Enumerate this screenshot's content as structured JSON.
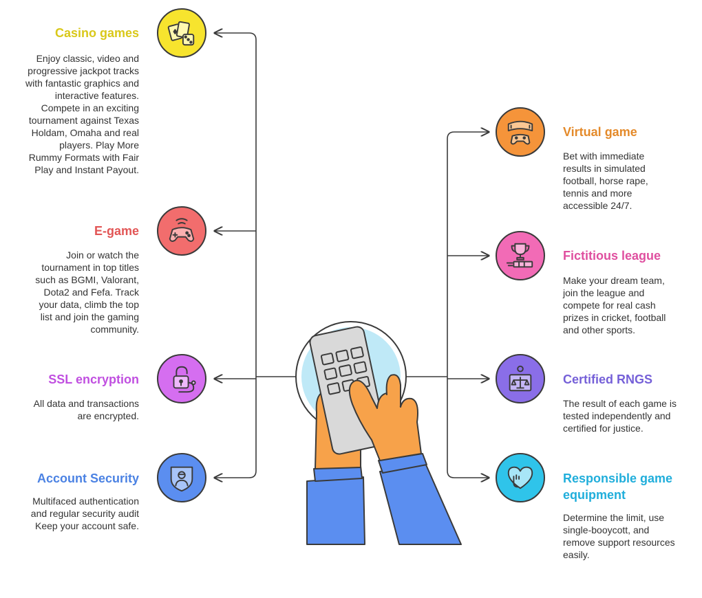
{
  "left_items": [
    {
      "key": "casino",
      "title": "Casino games",
      "description": "Enjoy classic, video and progressive jackpot tracks with fantastic graphics and interactive features. Compete in an exciting tournament against Texas Holdam, Omaha and real players. Play More Rummy Formats with Fair Play and Instant Payout.",
      "icon": "dice-cards-icon",
      "color": "#f7e42e",
      "title_color": "#d9c81a"
    },
    {
      "key": "egame",
      "title": "E-game",
      "description": "Join or watch the tournament in top titles such as BGMI, Valorant, Dota2 and Fefa. Track your data, climb the top list and join the gaming community.",
      "icon": "gamepad-icon",
      "color": "#f26d6d",
      "title_color": "#e25555"
    },
    {
      "key": "ssl",
      "title": "SSL encryption",
      "description": "All data and transactions are encrypted.",
      "icon": "padlock-icon",
      "color": "#d56ef0",
      "title_color": "#c04fe0"
    },
    {
      "key": "account",
      "title": "Account Security",
      "description": "Multifaced authentication and regular security audit Keep your account safe.",
      "icon": "shield-user-icon",
      "color": "#5b8ef0",
      "title_color": "#4b82e3"
    }
  ],
  "right_items": [
    {
      "key": "virtual",
      "title": "Virtual game",
      "description": "Bet with immediate results in simulated football, horse rape, tennis and more accessible 24/7.",
      "icon": "vr-headset-gamepad-icon",
      "color": "#f5943a",
      "title_color": "#e48a2a"
    },
    {
      "key": "league",
      "title": "Fictitious league",
      "description": "Make your dream team, join the league and compete for real cash prizes in cricket, football and other sports.",
      "icon": "trophy-icon",
      "color": "#f26bb6",
      "title_color": "#df4f9f"
    },
    {
      "key": "rngs",
      "title": "Certified RNGS",
      "description": "The result of each game is tested independently and certified for justice.",
      "icon": "scale-icon",
      "color": "#8a6ee8",
      "title_color": "#7560d8"
    },
    {
      "key": "responsible",
      "title": "Responsible game equipment",
      "description": "Determine the limit, use single-booycott, and remove support resources easily.",
      "icon": "heart-hand-icon",
      "color": "#2fc4ea",
      "title_color": "#20aedb"
    }
  ],
  "colors": {
    "line": "#3a3a3a",
    "text": "#333333",
    "hand": "#f7a24a",
    "sleeve": "#5b8ef0",
    "phone": "#d9d9d9",
    "glow": "#bfe9f7"
  },
  "central_icon": "hand-holding-phone-icon"
}
